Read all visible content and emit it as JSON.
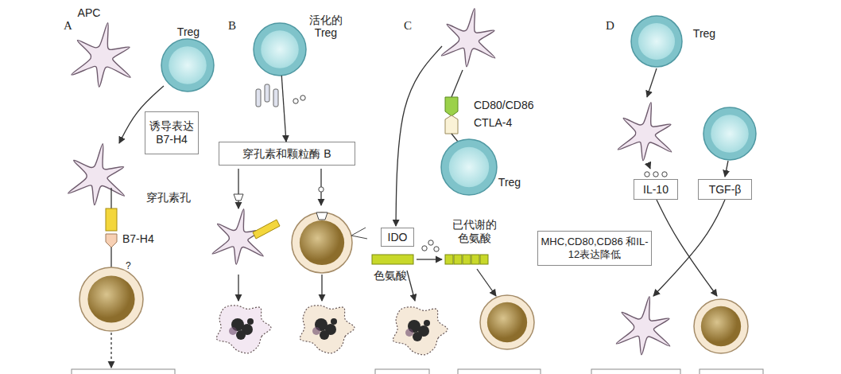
{
  "diagram": {
    "nodes": [
      {
        "text": [
          "APC"
        ]
      },
      {
        "text": [
          "Treg"
        ]
      },
      {
        "text": [
          "诱导表达 B7-H4"
        ]
      },
      {
        "text": [
          "活化的 Treg"
        ]
      },
      {
        "text": [
          "穿孔素和颗粒酶 B"
        ]
      },
      {
        "text": [
          "Treg"
        ]
      },
      {
        "text": [
          "IDO"
        ]
      },
      {
        "text": [
          "Treg"
        ]
      },
      {
        "text": [
          "IL-10"
        ]
      },
      {
        "text": [
          "TGF-β"
        ]
      },
      {
        "text": [
          "MHC,CD80,CD86 和IL-12表达降低"
        ]
      }
    ],
    "edges": [
      {
        "from": 3,
        "to": 4,
        "arrow": "to"
      }
    ],
    "labels": [
      "A",
      "B",
      "C",
      "D",
      "B7-H4",
      "?",
      "穿孔素孔",
      "CD80/CD86",
      "CTLA-4",
      "色氨酸",
      "已代谢的色氨酸"
    ]
  }
}
